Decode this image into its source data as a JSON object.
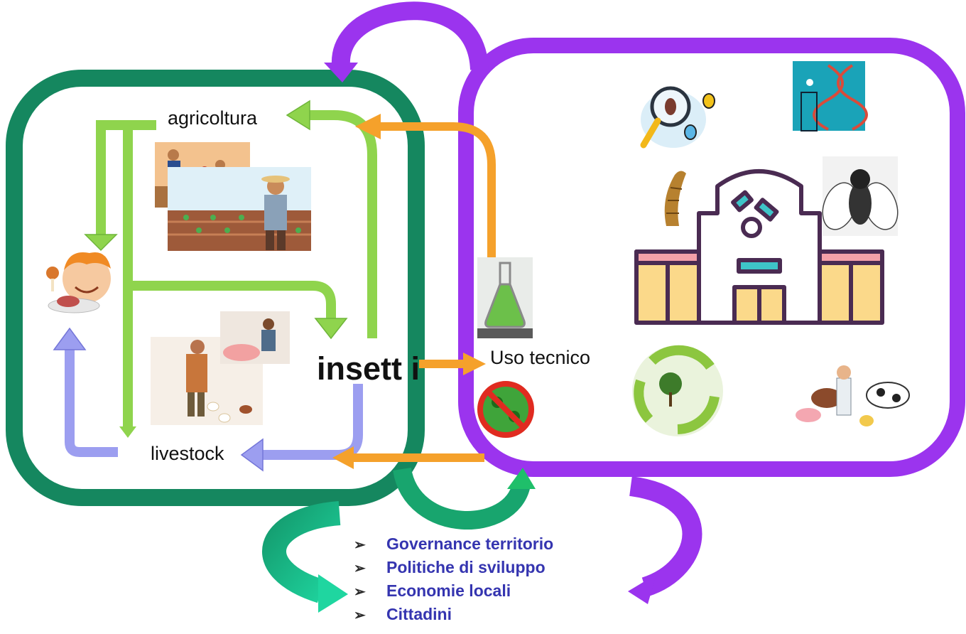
{
  "labels": {
    "agricoltura": "agricoltura",
    "livestock": "livestock",
    "insetti": "insett i",
    "uso_tecnico": "Uso tecnico"
  },
  "bullets": [
    "Governance territorio",
    "Politiche di sviluppo",
    "Economie locali",
    "Cittadini"
  ],
  "bullet_marker": "➢",
  "colors": {
    "green_frame": "#15875f",
    "purple_frame": "#9b34ee",
    "light_green_arrow": "#8fd44d",
    "lavender_arrow": "#9c9ef0",
    "orange_arrow": "#f5a12b",
    "teal_arrow": "#19c48e",
    "bullet_text": "#3535b0"
  },
  "icons": [
    "farmers-photo",
    "farmer-field-photo",
    "child-eating-icon",
    "livestock-feeding-photo",
    "flask-icon",
    "no-bacteria-icon",
    "magnifier-insects-icon",
    "dna-icon",
    "larva-icon",
    "fly-icon",
    "laboratory-building-icon",
    "recycle-icon",
    "animals-vet-icon"
  ]
}
